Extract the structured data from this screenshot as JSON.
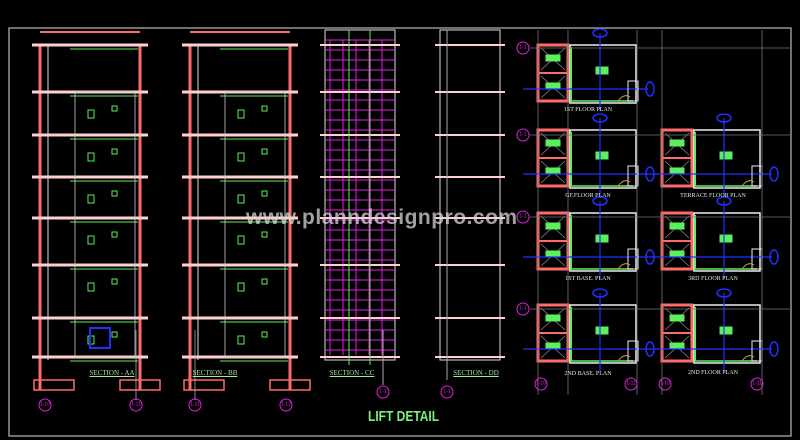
{
  "title": "LIFT DETAIL",
  "watermark": "www.planndesignpro.com",
  "sections": [
    {
      "label": "SECTION - AA"
    },
    {
      "label": "SECTION - BB"
    },
    {
      "label": "SECTION - CC"
    },
    {
      "label": "SECTION - DD"
    }
  ],
  "plans": [
    {
      "label": "1ST FLOOR PLAN"
    },
    {
      "label": "GF.FLOOR PLAN"
    },
    {
      "label": "TERRACE FLOOR PLAN"
    },
    {
      "label": "1ST BASE. PLAN"
    },
    {
      "label": "3RD FLOOR PLAN"
    },
    {
      "label": "2ND BASE. PLAN"
    },
    {
      "label": "2ND FLOOR PLAN"
    }
  ],
  "grid_tags": {
    "t1": "1-10",
    "t2": "1-11",
    "t3": "1-11",
    "t4": "1-12",
    "t5": "1-1",
    "t6": "1-1",
    "t7": "1-10",
    "t8": "1-11",
    "t9": "1-10",
    "t10": "1-11",
    "t11": "1-1",
    "t12": "1-1",
    "t13": "1-1",
    "t14": "1-1"
  },
  "colors": {
    "background": "#000000",
    "wall": "#ff6b6b",
    "slab": "#ffd0d0",
    "green": "#5cf05c",
    "magenta": "#e020e0",
    "grid": "#2030ff",
    "text": "#9fe89f"
  }
}
